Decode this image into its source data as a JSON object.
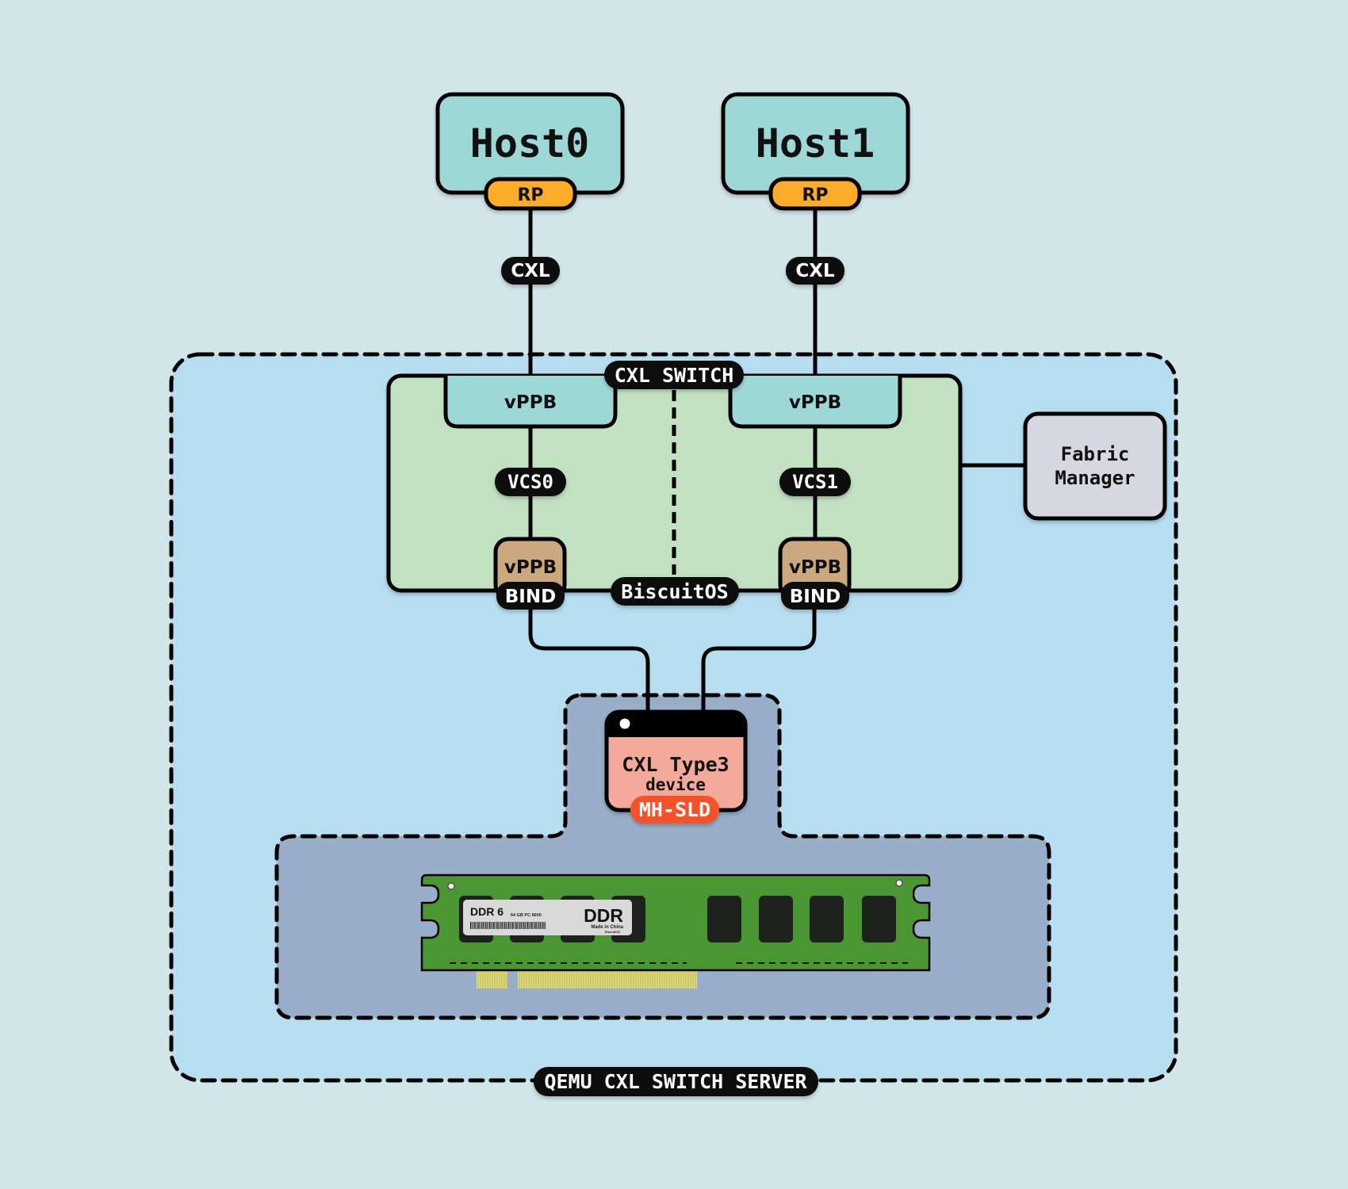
{
  "diagram": {
    "hosts": [
      {
        "name": "Host0",
        "port": "RP",
        "link": "CXL"
      },
      {
        "name": "Host1",
        "port": "RP",
        "link": "CXL"
      }
    ],
    "switch": {
      "title": "CXL SWITCH",
      "footer": "BiscuitOS",
      "vcs": [
        {
          "upstream": "vPPB",
          "label": "VCS0",
          "downstream": "vPPB",
          "bind": "BIND"
        },
        {
          "upstream": "vPPB",
          "label": "VCS1",
          "downstream": "vPPB",
          "bind": "BIND"
        }
      ]
    },
    "fabric_manager": {
      "line1": "Fabric",
      "line2": "Manager"
    },
    "device": {
      "title": "CXL Type3",
      "subtitle": "device",
      "badge": "MH-SLD"
    },
    "memory": {
      "label_type": "DDR 6",
      "label_spec": "64 GB PC 8600",
      "label_brand": "DDR",
      "label_origin": "Made in China",
      "label_maker": "BiscuitOS"
    },
    "server": {
      "title": "QEMU CXL SWITCH SERVER"
    },
    "colors": {
      "background": "#d1e6e9",
      "server_fill": "#b7def0",
      "switch_fill": "#c1e1c1",
      "host_fill": "#9dd7d6",
      "rp_fill": "#fcac2c",
      "bind_vppb_fill": "#cca87e",
      "fm_fill": "#d6d7e0",
      "device_fill": "#f3aa9b",
      "badge_fill": "#f5512a",
      "memory_region_fill": "#99aec8",
      "pcb_green": "#4a9632",
      "gold": "#e1dc7d"
    }
  }
}
